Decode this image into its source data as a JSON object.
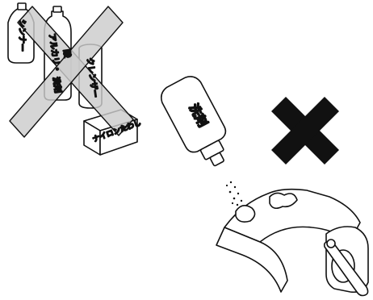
{
  "colors": {
    "background": "#ffffff",
    "outline": "#111111",
    "prohibited_band": "#cccccc",
    "big_x": "#111111"
  },
  "icons": {
    "prohibited_cross": "gray-x-band",
    "not_allowed_mark": "black-x-mark",
    "spray_bottle": "detergent-bottle",
    "device": "toilet-seat-lid"
  },
  "labels": {
    "thinner": "シンナー",
    "alkali": "アルカリ・",
    "acid": "酸",
    "wash": "洗剤",
    "cleanser": "クレンザー",
    "scrub": "ナイロンたわし",
    "detergent": "洗剤"
  }
}
